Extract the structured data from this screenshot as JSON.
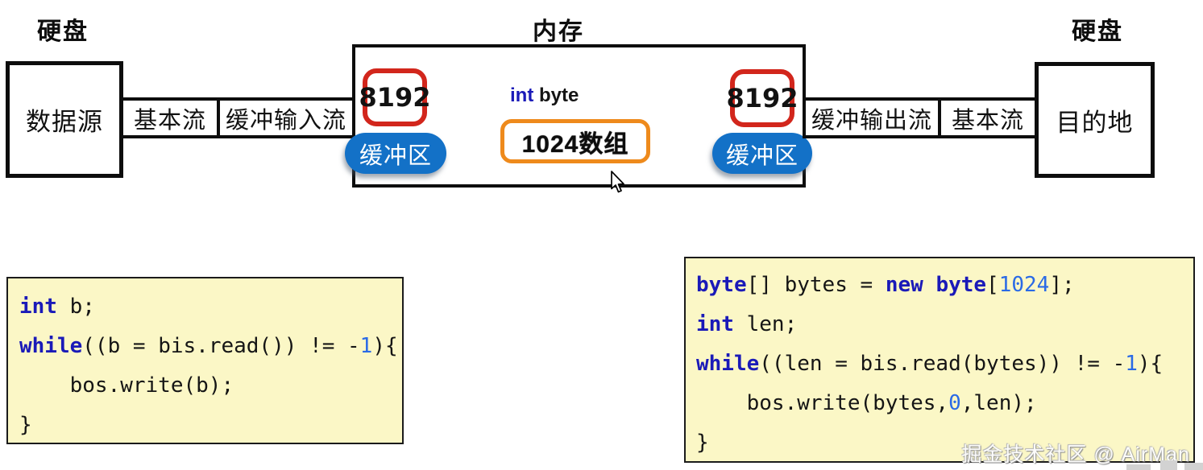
{
  "colors": {
    "buffer_frame_red": "#d2261c",
    "buffer_pill_blue": "#1371c7",
    "array_frame_orange": "#ee8a1c",
    "keyword_blue": "#1a1ab8",
    "number_blue": "#2a6ae6",
    "code_text": "#151515",
    "code_bg": "#fbf7c6"
  },
  "diagram": {
    "disk_label_left": "硬盘",
    "memory_label": "内存",
    "disk_label_right": "硬盘",
    "source_box": "数据源",
    "basic_stream_left": "基本流",
    "buffered_input_stream": "缓冲输入流",
    "buffered_output_stream": "缓冲输出流",
    "basic_stream_right": "基本流",
    "dest_box": "目的地",
    "buffer_size_left": "8192",
    "buffer_size_right": "8192",
    "buffer_label_left": "缓冲区",
    "buffer_label_right": "缓冲区",
    "array_box_label": "1024数组",
    "memory_var": {
      "lines": [
        [
          {
            "t": "int",
            "c": "kw"
          },
          {
            "t": " byte",
            "c": "pl"
          }
        ]
      ]
    }
  },
  "code_left": {
    "lines": [
      [
        {
          "t": "int",
          "c": "kw"
        },
        {
          "t": " b;",
          "c": "pl"
        }
      ],
      [
        {
          "t": "while",
          "c": "kw"
        },
        {
          "t": "((b = bis.read()) != -",
          "c": "pl"
        },
        {
          "t": "1",
          "c": "num"
        },
        {
          "t": "){",
          "c": "pl"
        }
      ],
      [
        {
          "t": "    bos.write(b);",
          "c": "pl"
        }
      ],
      [
        {
          "t": "}",
          "c": "pl"
        }
      ]
    ]
  },
  "code_right": {
    "lines": [
      [
        {
          "t": "byte",
          "c": "kw"
        },
        {
          "t": "[] bytes = ",
          "c": "pl"
        },
        {
          "t": "new",
          "c": "kw"
        },
        {
          "t": " ",
          "c": "pl"
        },
        {
          "t": "byte",
          "c": "kw"
        },
        {
          "t": "[",
          "c": "pl"
        },
        {
          "t": "1024",
          "c": "num"
        },
        {
          "t": "];",
          "c": "pl"
        }
      ],
      [
        {
          "t": "int",
          "c": "kw"
        },
        {
          "t": " len;",
          "c": "pl"
        }
      ],
      [
        {
          "t": "while",
          "c": "kw"
        },
        {
          "t": "((len = bis.read(bytes)) != -",
          "c": "pl"
        },
        {
          "t": "1",
          "c": "num"
        },
        {
          "t": "){",
          "c": "pl"
        }
      ],
      [
        {
          "t": "    bos.write(bytes,",
          "c": "pl"
        },
        {
          "t": "0",
          "c": "num"
        },
        {
          "t": ",len);",
          "c": "pl"
        }
      ],
      [
        {
          "t": "}",
          "c": "pl"
        }
      ]
    ]
  },
  "watermark": {
    "text": "掘金技术社区 @ AirMan"
  }
}
